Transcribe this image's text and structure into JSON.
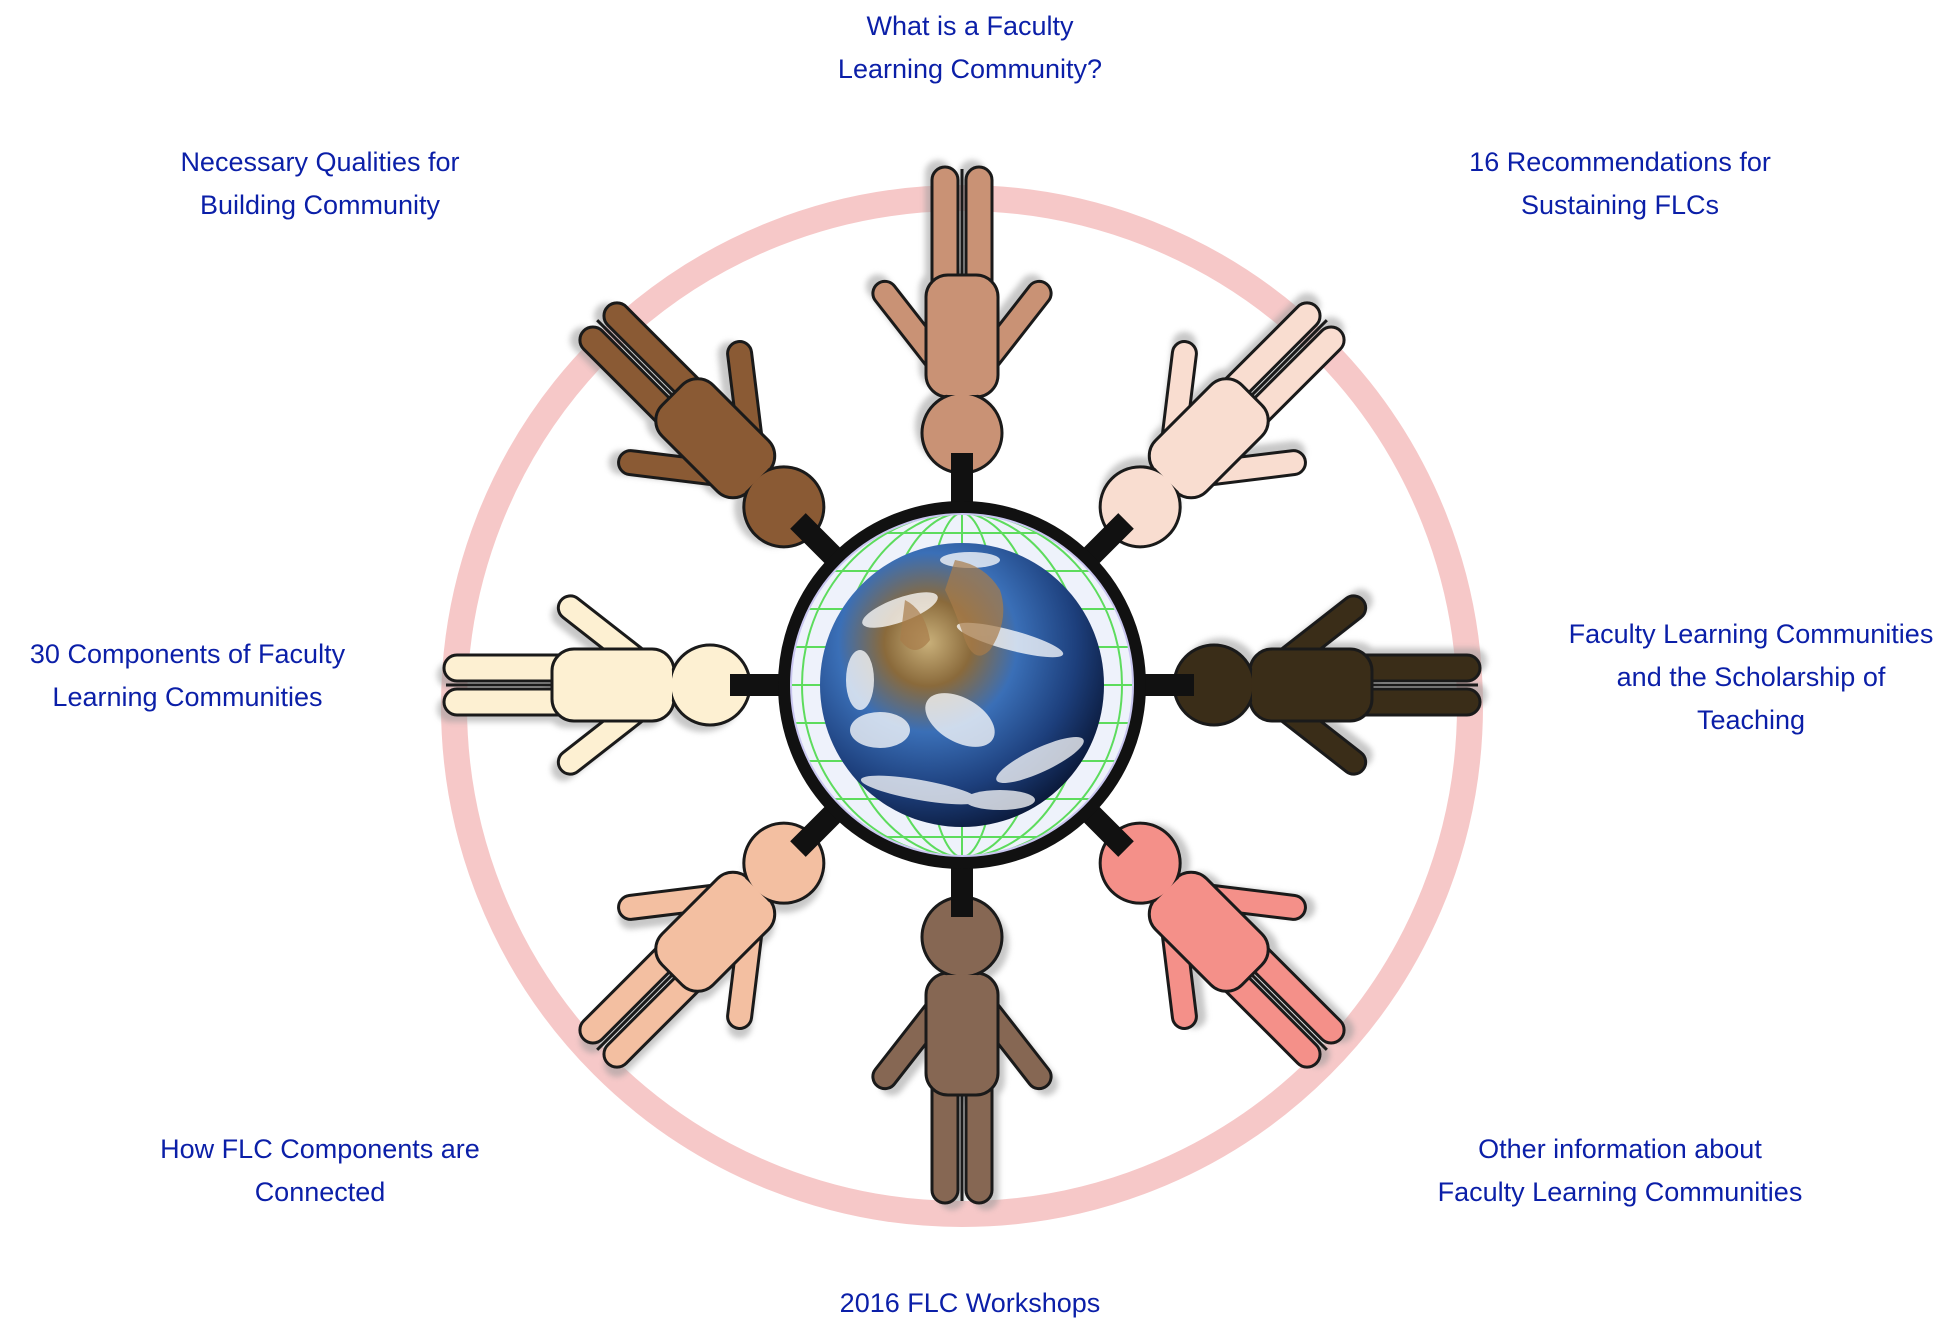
{
  "links": {
    "what_is_flc": {
      "line1": "What is a Faculty",
      "line2": "Learning Community?"
    },
    "necessary_qualities": {
      "line1": "Necessary Qualities for",
      "line2": "Building Community"
    },
    "recommendations": {
      "line1": "16 Recommendations for",
      "line2": "Sustaining FLCs"
    },
    "components": {
      "line1": "30 Components of Faculty",
      "line2": "Learning Communities"
    },
    "scholarship": {
      "line1": "Faculty Learning Communities",
      "line2": "and the Scholarship of",
      "line3": "Teaching"
    },
    "components_connected": {
      "line1": "How FLC Components are",
      "line2": "Connected"
    },
    "other_info": {
      "line1": "Other information about",
      "line2": "Faculty Learning Communities"
    },
    "workshops": {
      "line1": "2016 FLC Workshops"
    }
  },
  "colors": {
    "link": "#0b1fa8",
    "ring": "#f6c8c8",
    "spoke": "#111111",
    "globe_frame": "#111111",
    "globe_halo": "#c9c6f0",
    "grid": "#5ddc5d",
    "ocean": "#2b5aa0",
    "figures": {
      "top": "#c99275",
      "top_right": "#f9ddd0",
      "right": "#3a2d18",
      "bottom_right": "#f49089",
      "bottom": "#866753",
      "bottom_left": "#f3bfa1",
      "left": "#fdf0d2",
      "top_left": "#8a5a34"
    }
  },
  "icons": {
    "center": "earth-globe-icon",
    "figure": "person-figure-icon"
  }
}
